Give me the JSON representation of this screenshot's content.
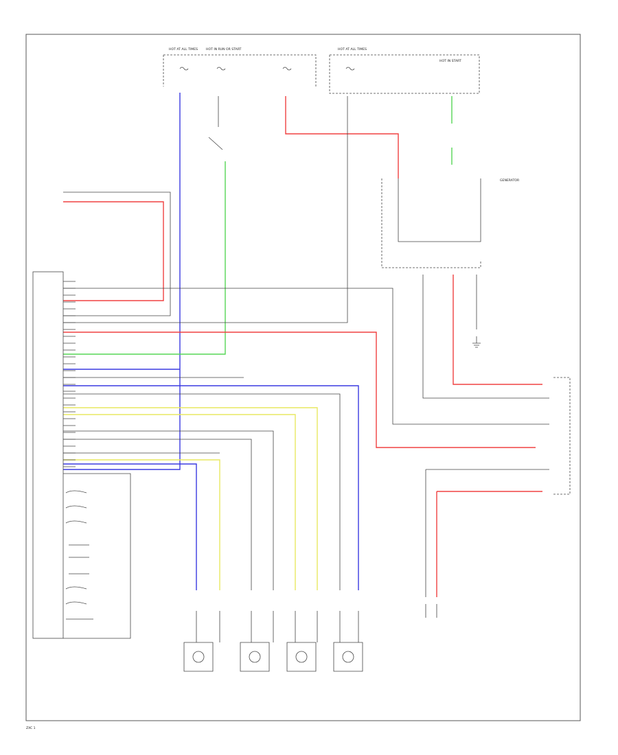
{
  "colors": {
    "blue": "#3a3ae0",
    "red": "#f04040",
    "green": "#55d655",
    "yellow": "#e8e860",
    "gray": "#888888",
    "dark": "#333333",
    "pink": "#d88080",
    "light": "#bbbbbb"
  },
  "fuse_labels": {
    "fuse1": "HOT AT ALL TIMES",
    "fuse2": "HOT IN RUN OR START",
    "fuse3": "HOT AT ALL TIMES",
    "fuse4": "HOT IN START"
  },
  "corner_label": "ZXC 1"
}
